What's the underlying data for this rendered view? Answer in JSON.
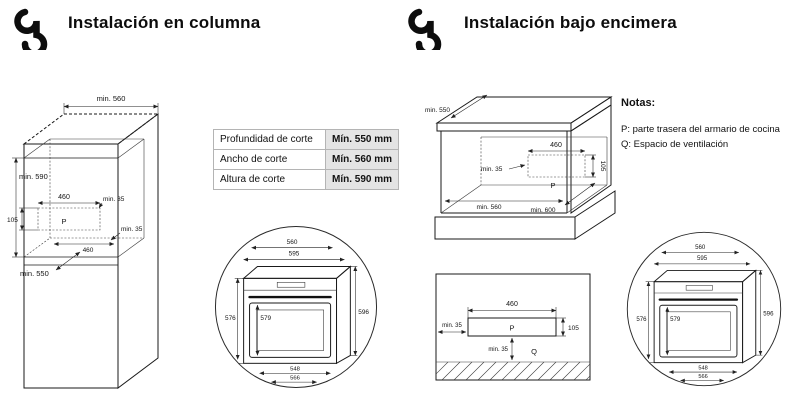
{
  "icons": {
    "section_marker": "wrench"
  },
  "colors": {
    "line": "#1a1a1a",
    "table_value_bg": "#e4e4e4"
  },
  "sections": {
    "column": {
      "title": "Instalación en columna",
      "diagram": {
        "dim_top_width": "min. 560",
        "dim_cut_height": "min. 590",
        "dim_vent_width_top": "460",
        "dim_gap_top": "min. 35",
        "dim_vent_height": "105",
        "label_back_panel": "P",
        "dim_gap_bottom": "min. 35",
        "dim_vent_width_bottom": "460",
        "dim_depth": "min. 550"
      },
      "cut_table": [
        {
          "label": "Profundidad de corte",
          "value": "Mín. 550 mm"
        },
        {
          "label": "Ancho de corte",
          "value": "Mín. 560 mm"
        },
        {
          "label": "Altura de corte",
          "value": "Mín. 590 mm"
        }
      ]
    },
    "under_counter": {
      "title": "Instalación bajo encimera",
      "diagram": {
        "dim_depth": "min. 550",
        "dim_gap": "min. 35",
        "dim_vent_width": "460",
        "label_back_panel": "P",
        "dim_vent_height": "105",
        "dim_cut_width": "min. 560",
        "dim_cut_depth": "min. 600"
      },
      "notes": {
        "heading": "Notas:",
        "note_p": "P: parte trasera del armario de cocina",
        "note_q": "Q: Espacio de ventilación"
      },
      "top_view": {
        "dim_gap_left": "min. 35",
        "dim_vent_width": "460",
        "label_back_panel": "P",
        "dim_vent_height": "105",
        "dim_gap_back": "min. 35",
        "label_vent_space": "Q"
      }
    }
  },
  "oven_dimensions": {
    "body_width": "560",
    "front_width": "595",
    "body_height": "576",
    "door_height": "579",
    "front_height": "596",
    "body_depth": "548",
    "total_depth": "566"
  }
}
